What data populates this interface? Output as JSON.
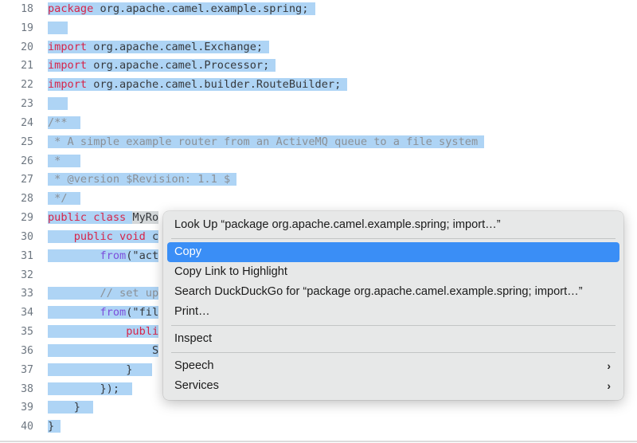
{
  "editor": {
    "first_line_number": 18,
    "selection_color": "#aed4f5",
    "lines": [
      {
        "n": "18",
        "segments": [
          {
            "t": "package",
            "c": "kw",
            "sel": true
          },
          {
            "t": " org.apache.camel.example.spring; ",
            "c": "plain",
            "sel": true
          }
        ]
      },
      {
        "n": "19",
        "segments": [
          {
            "t": "   ",
            "c": "plain",
            "sel": true
          }
        ]
      },
      {
        "n": "20",
        "segments": [
          {
            "t": "import",
            "c": "kw",
            "sel": true
          },
          {
            "t": " org.apache.camel.Exchange; ",
            "c": "plain",
            "sel": true
          }
        ]
      },
      {
        "n": "21",
        "segments": [
          {
            "t": "import",
            "c": "kw",
            "sel": true
          },
          {
            "t": " org.apache.camel.Processor; ",
            "c": "plain",
            "sel": true
          }
        ]
      },
      {
        "n": "22",
        "segments": [
          {
            "t": "import",
            "c": "kw",
            "sel": true
          },
          {
            "t": " org.apache.camel.builder.RouteBuilder; ",
            "c": "plain",
            "sel": true
          }
        ]
      },
      {
        "n": "23",
        "segments": [
          {
            "t": "   ",
            "c": "plain",
            "sel": true
          }
        ]
      },
      {
        "n": "24",
        "segments": [
          {
            "t": "/**  ",
            "c": "cmt",
            "sel": true
          }
        ]
      },
      {
        "n": "25",
        "segments": [
          {
            "t": " * A simple example router from an ActiveMQ queue to a file system ",
            "c": "cmt",
            "sel": true
          }
        ]
      },
      {
        "n": "26",
        "segments": [
          {
            "t": " *   ",
            "c": "cmt",
            "sel": true
          }
        ]
      },
      {
        "n": "27",
        "segments": [
          {
            "t": " * @version $Revision: 1.1 $ ",
            "c": "cmt",
            "sel": true
          }
        ]
      },
      {
        "n": "28",
        "segments": [
          {
            "t": " */  ",
            "c": "cmt",
            "sel": true
          }
        ]
      },
      {
        "n": "29",
        "segments": [
          {
            "t": "public class ",
            "c": "kw",
            "sel": true
          },
          {
            "t": "MyRo",
            "c": "cls",
            "sel": false
          }
        ]
      },
      {
        "n": "30",
        "segments": [
          {
            "t": "    ",
            "c": "plain",
            "sel": true
          },
          {
            "t": "public void ",
            "c": "kw",
            "sel": true
          },
          {
            "t": "c",
            "c": "plain",
            "sel": true
          }
        ]
      },
      {
        "n": "31",
        "segments": [
          {
            "t": "        ",
            "c": "plain",
            "sel": true
          },
          {
            "t": "from",
            "c": "fn",
            "sel": true
          },
          {
            "t": "(\"act",
            "c": "plain",
            "sel": true
          }
        ]
      },
      {
        "n": "32",
        "segments": []
      },
      {
        "n": "33",
        "segments": [
          {
            "t": "        ",
            "c": "plain",
            "sel": true
          },
          {
            "t": "// set up",
            "c": "cmt",
            "sel": true
          }
        ]
      },
      {
        "n": "34",
        "segments": [
          {
            "t": "        ",
            "c": "plain",
            "sel": true
          },
          {
            "t": "from",
            "c": "fn",
            "sel": true
          },
          {
            "t": "(\"fil",
            "c": "plain",
            "sel": true
          }
        ]
      },
      {
        "n": "35",
        "segments": [
          {
            "t": "            ",
            "c": "plain",
            "sel": true
          },
          {
            "t": "publi",
            "c": "kw",
            "sel": true
          }
        ]
      },
      {
        "n": "36",
        "segments": [
          {
            "t": "                S",
            "c": "plain",
            "sel": true
          }
        ]
      },
      {
        "n": "37",
        "segments": [
          {
            "t": "            }   ",
            "c": "plain",
            "sel": true
          }
        ]
      },
      {
        "n": "38",
        "segments": [
          {
            "t": "        });  ",
            "c": "plain",
            "sel": true
          }
        ]
      },
      {
        "n": "39",
        "segments": [
          {
            "t": "    }  ",
            "c": "plain",
            "sel": true
          }
        ]
      },
      {
        "n": "40",
        "segments": [
          {
            "t": "} ",
            "c": "plain",
            "sel": true
          }
        ]
      }
    ]
  },
  "context_menu": {
    "highlight_color": "#3a8ef6",
    "items": [
      {
        "label": "Look Up “package org.apache.camel.example.spring;  import…”",
        "selected": false,
        "submenu": false,
        "sep_after": true
      },
      {
        "label": "Copy",
        "selected": true,
        "submenu": false,
        "sep_after": false
      },
      {
        "label": "Copy Link to Highlight",
        "selected": false,
        "submenu": false,
        "sep_after": false
      },
      {
        "label": "Search DuckDuckGo for “package org.apache.camel.example.spring;  import…”",
        "selected": false,
        "submenu": false,
        "sep_after": false
      },
      {
        "label": "Print…",
        "selected": false,
        "submenu": false,
        "sep_after": true
      },
      {
        "label": "Inspect",
        "selected": false,
        "submenu": false,
        "sep_after": true
      },
      {
        "label": "Speech",
        "selected": false,
        "submenu": true,
        "sep_after": false
      },
      {
        "label": "Services",
        "selected": false,
        "submenu": true,
        "sep_after": false
      }
    ],
    "submenu_glyph": "›"
  }
}
